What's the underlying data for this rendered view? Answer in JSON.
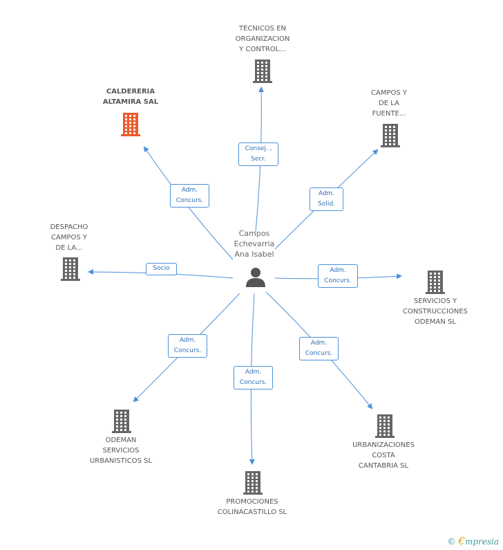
{
  "center": {
    "name": "Campos\nEchevarria\nAna Isabel"
  },
  "nodes": [
    {
      "id": "caldereria",
      "label": "CALDERERIA\nALTAMIRA SAL",
      "highlight": true
    },
    {
      "id": "tecnicos",
      "label": "TECNICOS EN\nORGANIZACION\nY CONTROL...",
      "highlight": false
    },
    {
      "id": "campos-fuente",
      "label": "CAMPOS Y\nDE LA\nFUENTE...",
      "highlight": false
    },
    {
      "id": "despacho",
      "label": "DESPACHO\nCAMPOS Y\nDE LA...",
      "highlight": false
    },
    {
      "id": "servicios",
      "label": "SERVICIOS Y\nCONSTRUCCIONES\nODEMAN SL",
      "highlight": false
    },
    {
      "id": "odeman",
      "label": "ODEMAN\nSERVICIOS\nURBANISTICOS SL",
      "highlight": false
    },
    {
      "id": "promociones",
      "label": "PROMOCIONES\nCOLINACASTILLO SL",
      "highlight": false
    },
    {
      "id": "urbanizaciones",
      "label": "URBANIZACIONES\nCOSTA\nCANTABRIA SL",
      "highlight": false
    }
  ],
  "edges": [
    {
      "to": "caldereria",
      "label": "Adm.\nConcurs."
    },
    {
      "to": "tecnicos",
      "label": "Consej. ,\nSecr."
    },
    {
      "to": "campos-fuente",
      "label": "Adm.\nSolid."
    },
    {
      "to": "despacho",
      "label": "Socio"
    },
    {
      "to": "servicios",
      "label": "Adm.\nConcurs."
    },
    {
      "to": "odeman",
      "label": "Adm.\nConcurs."
    },
    {
      "to": "promociones",
      "label": "Adm.\nConcurs."
    },
    {
      "to": "urbanizaciones",
      "label": "Adm.\nConcurs."
    }
  ],
  "colors": {
    "edge": "#4a90d9",
    "building": "#666666",
    "highlight_building": "#f05a28",
    "person": "#555555"
  },
  "footer": {
    "copyright": "©",
    "brand_e": "€",
    "brand_rest": "mpresia"
  }
}
